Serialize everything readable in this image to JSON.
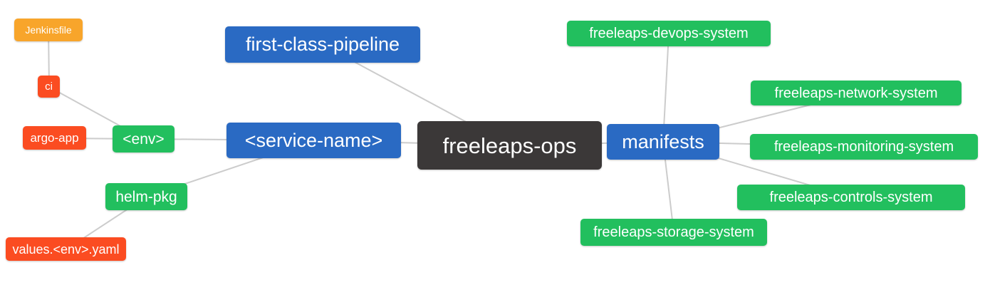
{
  "mindmap": {
    "colors": {
      "blue": "#2a6ac3",
      "green": "#22bf5e",
      "orange": "#f8a52b",
      "red": "#fb4c21",
      "dark": "#3b3838",
      "edge": "#cccccc",
      "text": "#ffffff"
    },
    "nodes": {
      "root": {
        "label": "freeleaps-ops",
        "color": "dark"
      },
      "first_class_pipeline": {
        "label": "first-class-pipeline",
        "color": "blue"
      },
      "service_name": {
        "label": "<service-name>",
        "color": "blue"
      },
      "manifests": {
        "label": "manifests",
        "color": "blue"
      },
      "env": {
        "label": "<env>",
        "color": "green"
      },
      "helm_pkg": {
        "label": "helm-pkg",
        "color": "green"
      },
      "ci": {
        "label": "ci",
        "color": "red"
      },
      "argo_app": {
        "label": "argo-app",
        "color": "red"
      },
      "jenkinsfile": {
        "label": "Jenkinsfile",
        "color": "orange"
      },
      "values_env_yaml": {
        "label": "values.<env>.yaml",
        "color": "red"
      },
      "devops_system": {
        "label": "freeleaps-devops-system",
        "color": "green"
      },
      "network_system": {
        "label": "freeleaps-network-system",
        "color": "green"
      },
      "monitoring_system": {
        "label": "freeleaps-monitoring-system",
        "color": "green"
      },
      "controls_system": {
        "label": "freeleaps-controls-system",
        "color": "green"
      },
      "storage_system": {
        "label": "freeleaps-storage-system",
        "color": "green"
      }
    },
    "edges": [
      [
        "jenkinsfile",
        "ci"
      ],
      [
        "ci",
        "env"
      ],
      [
        "argo_app",
        "env"
      ],
      [
        "env",
        "service_name"
      ],
      [
        "helm_pkg",
        "service_name"
      ],
      [
        "helm_pkg",
        "values_env_yaml"
      ],
      [
        "first_class_pipeline",
        "root"
      ],
      [
        "service_name",
        "root"
      ],
      [
        "root",
        "manifests"
      ],
      [
        "manifests",
        "devops_system"
      ],
      [
        "manifests",
        "network_system"
      ],
      [
        "manifests",
        "monitoring_system"
      ],
      [
        "manifests",
        "controls_system"
      ],
      [
        "manifests",
        "storage_system"
      ]
    ]
  }
}
